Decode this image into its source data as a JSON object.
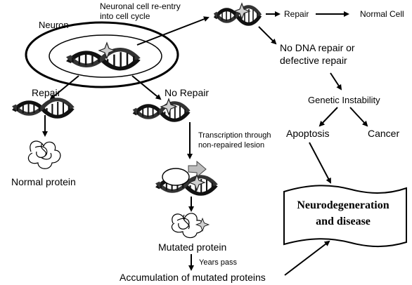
{
  "labels": {
    "neuron": "Neuron",
    "reentry_line1": "Neuronal cell re-entry",
    "reentry_line2": "into cell cycle",
    "repair_top": "Repair",
    "normal_cell": "Normal Cell",
    "no_dna_repair_line1": "No DNA repair or",
    "no_dna_repair_line2": "defective repair",
    "genetic_instability": "Genetic Instability",
    "apoptosis": "Apoptosis",
    "cancer": "Cancer",
    "repair_left": "Repair",
    "no_repair": "No Repair",
    "transcription_line1": "Transcription through",
    "transcription_line2": "non-repaired lesion",
    "normal_protein": "Normal protein",
    "mutated_protein": "Mutated protein",
    "years_pass": "Years pass",
    "accumulation": "Accumulation of mutated proteins",
    "neuro_line1": "Neurodegeneration",
    "neuro_line2": "and disease"
  }
}
